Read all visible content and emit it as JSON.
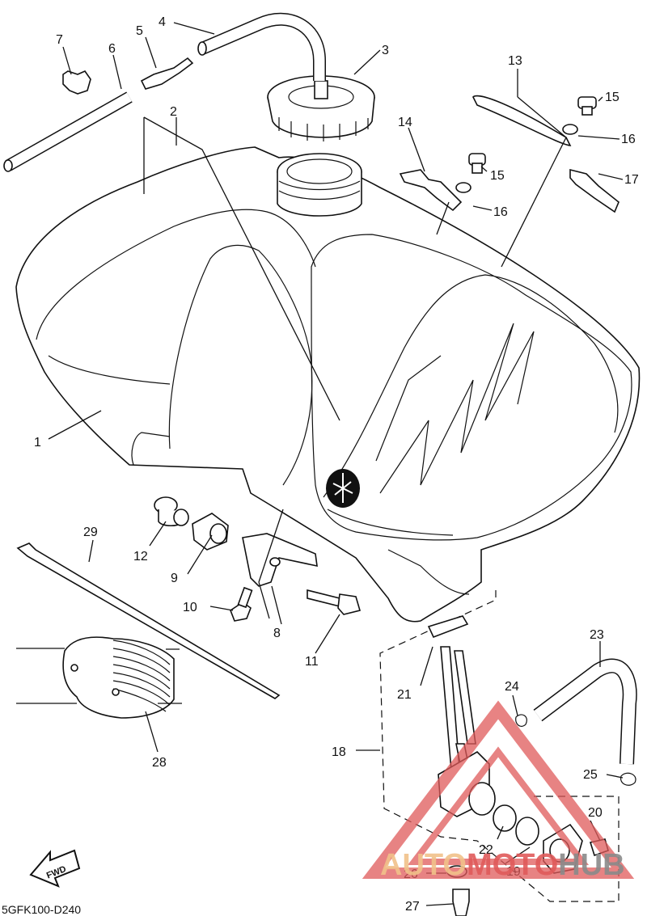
{
  "diagram_code": "5GFK100-D240",
  "fwd_label": "FWD",
  "watermark": {
    "part1": "AUTO",
    "part2": "MOTO",
    "part3": "HUB",
    "color_red": "#e05a5a",
    "color_gold": "#f1c28a",
    "color_grey": "#8a8a8a"
  },
  "callouts": [
    "1",
    "2",
    "3",
    "4",
    "5",
    "6",
    "7",
    "8",
    "9",
    "10",
    "11",
    "12",
    "13",
    "14",
    "15",
    "15",
    "16",
    "16",
    "17",
    "18",
    "19",
    "20",
    "21",
    "22",
    "23",
    "24",
    "25",
    "26",
    "27",
    "28",
    "29"
  ]
}
